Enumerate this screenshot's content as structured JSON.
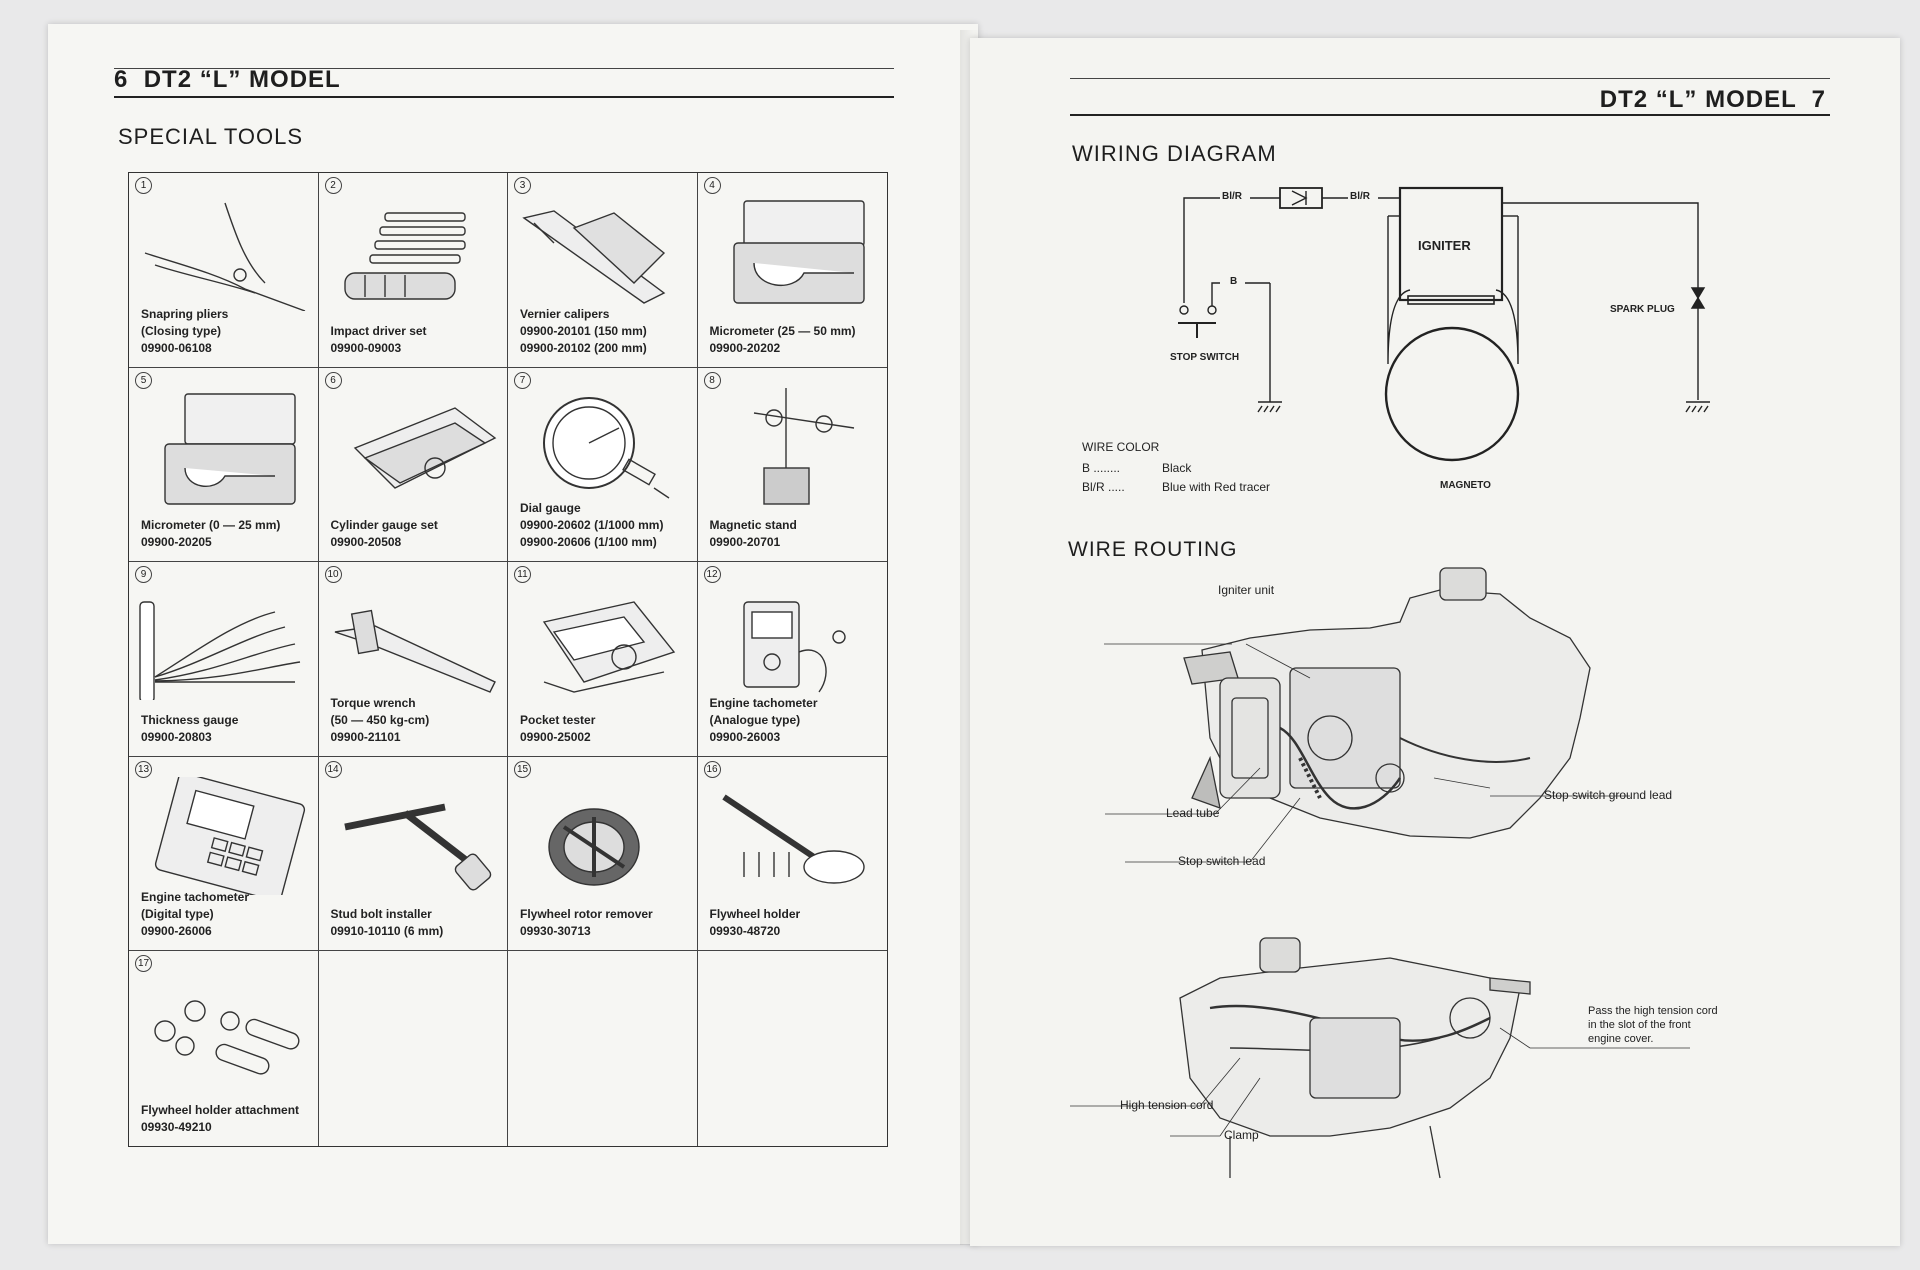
{
  "left_page": {
    "page_number": "6",
    "header_title": "DT2 “L” MODEL",
    "section_title": "SPECIAL TOOLS",
    "tools": [
      {
        "num": "1",
        "icon": "snapring-pliers-icon",
        "lines": [
          "Snapring pliers",
          "(Closing type)",
          "09900-06108"
        ]
      },
      {
        "num": "2",
        "icon": "impact-driver-icon",
        "lines": [
          "Impact driver set",
          "09900-09003"
        ]
      },
      {
        "num": "3",
        "icon": "vernier-calipers-icon",
        "lines": [
          "Vernier calipers",
          "09900-20101 (150 mm)",
          "09900-20102 (200 mm)"
        ]
      },
      {
        "num": "4",
        "icon": "micrometer-large-icon",
        "lines": [
          "Micrometer (25 — 50 mm)",
          "09900-20202"
        ]
      },
      {
        "num": "5",
        "icon": "micrometer-small-icon",
        "lines": [
          "Micrometer (0 — 25 mm)",
          "09900-20205"
        ]
      },
      {
        "num": "6",
        "icon": "cylinder-gauge-icon",
        "lines": [
          "Cylinder gauge set",
          "09900-20508"
        ]
      },
      {
        "num": "7",
        "icon": "dial-gauge-icon",
        "lines": [
          "Dial gauge",
          "09900-20602 (1/1000 mm)",
          "09900-20606 (1/100 mm)"
        ]
      },
      {
        "num": "8",
        "icon": "magnetic-stand-icon",
        "lines": [
          "Magnetic stand",
          "09900-20701"
        ]
      },
      {
        "num": "9",
        "icon": "thickness-gauge-icon",
        "lines": [
          "Thickness gauge",
          "09900-20803"
        ]
      },
      {
        "num": "10",
        "icon": "torque-wrench-icon",
        "lines": [
          "Torque wrench",
          "(50 — 450 kg-cm)",
          "09900-21101"
        ]
      },
      {
        "num": "11",
        "icon": "pocket-tester-icon",
        "lines": [
          "Pocket tester",
          "09900-25002"
        ]
      },
      {
        "num": "12",
        "icon": "analogue-tachometer-icon",
        "lines": [
          "Engine tachometer",
          "(Analogue type)",
          "09900-26003"
        ]
      },
      {
        "num": "13",
        "icon": "digital-tachometer-icon",
        "lines": [
          "Engine tachometer",
          "(Digital type)",
          "09900-26006"
        ]
      },
      {
        "num": "14",
        "icon": "stud-bolt-installer-icon",
        "lines": [
          "Stud bolt installer",
          "09910-10110 (6 mm)"
        ]
      },
      {
        "num": "15",
        "icon": "flywheel-rotor-remover-icon",
        "lines": [
          "Flywheel rotor remover",
          "09930-30713"
        ]
      },
      {
        "num": "16",
        "icon": "flywheel-holder-icon",
        "lines": [
          "Flywheel holder",
          "09930-48720"
        ]
      },
      {
        "num": "17",
        "icon": "flywheel-holder-attachment-icon",
        "lines": [
          "Flywheel holder attachment",
          "09930-49210"
        ]
      },
      {
        "num": "",
        "icon": "",
        "lines": []
      },
      {
        "num": "",
        "icon": "",
        "lines": []
      },
      {
        "num": "",
        "icon": "",
        "lines": []
      }
    ]
  },
  "right_page": {
    "page_number": "7",
    "header_title": "DT2 “L” MODEL",
    "wiring": {
      "title": "WIRING DIAGRAM",
      "igniter_label": "IGNITER",
      "magneto_label": "MAGNETO",
      "spark_plug_label": "SPARK PLUG",
      "stop_switch_label": "STOP SWITCH",
      "wire_labels": {
        "top_left": "Bl/R",
        "top_right": "Bl/R",
        "switch": "B"
      },
      "wire_color_title": "WIRE COLOR",
      "wire_colors": [
        {
          "code": "B ........",
          "desc": "Black"
        },
        {
          "code": "Bl/R .....",
          "desc": "Blue with Red tracer"
        }
      ]
    },
    "routing": {
      "title": "WIRE ROUTING",
      "callouts": {
        "igniter_unit": "Igniter unit",
        "lead_tube": "Lead tube",
        "stop_switch_lead": "Stop switch lead",
        "stop_switch_ground_lead": "Stop switch ground lead",
        "high_tension_cord": "High tension cord",
        "clamp": "Clamp",
        "pass_cord_1": "Pass the high tension cord",
        "pass_cord_2": "in the slot of the front",
        "pass_cord_3": "engine cover."
      }
    }
  }
}
